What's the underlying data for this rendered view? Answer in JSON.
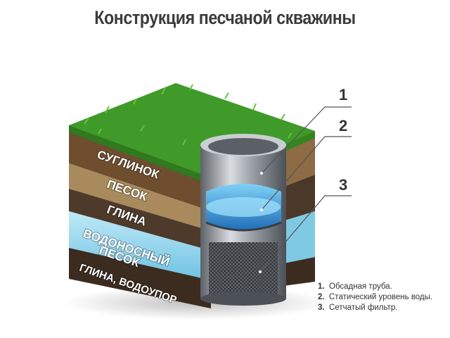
{
  "title": "Конструкция песчаной скважины",
  "layers": [
    {
      "label": "СУГЛИНОК"
    },
    {
      "label": "ПЕСОК"
    },
    {
      "label": "ГЛИНА"
    },
    {
      "label": "ВОДОНОСНЫЙ"
    },
    {
      "label": "ПЕСОК"
    },
    {
      "label": "ГЛИНА, ВОДОУПОР"
    }
  ],
  "callouts": [
    "1",
    "2",
    "3"
  ],
  "legend": [
    {
      "num": "1.",
      "text": "Обсадная труба."
    },
    {
      "num": "2.",
      "text": "Статический уровень воды."
    },
    {
      "num": "3.",
      "text": "Сетчатый фильтр."
    }
  ],
  "colors": {
    "grass": "#3f9a2a",
    "loam": "#7a5c3c",
    "sand": "#a88a5c",
    "clay": "#4d3a2a",
    "aquifer": "#8fd3ea",
    "water": "#2f8fd6",
    "pipe": "#9aa0a6"
  }
}
